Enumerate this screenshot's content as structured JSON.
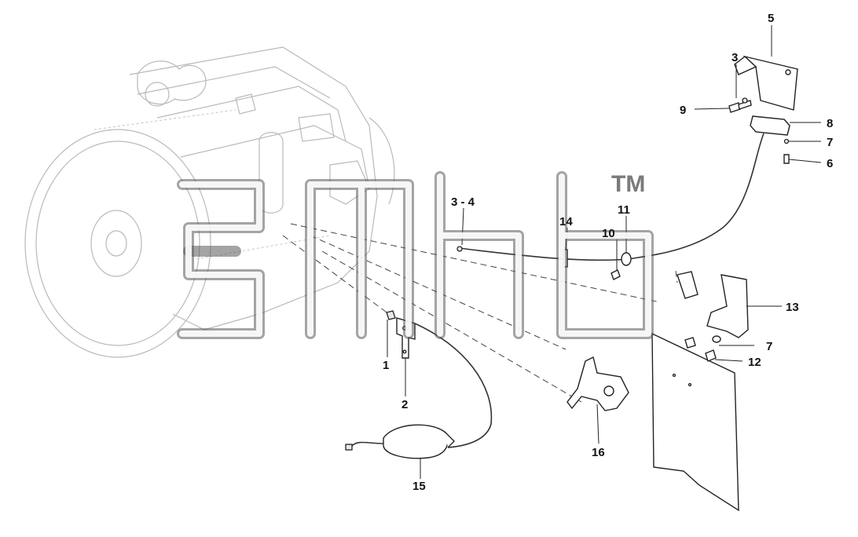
{
  "watermark": {
    "trademark": "TM"
  },
  "callouts": [
    {
      "id": "c5",
      "text": "5"
    },
    {
      "id": "c3a",
      "text": "3"
    },
    {
      "id": "c9",
      "text": "9"
    },
    {
      "id": "c8",
      "text": "8"
    },
    {
      "id": "c7a",
      "text": "7"
    },
    {
      "id": "c6",
      "text": "6"
    },
    {
      "id": "c34",
      "text": "3 - 4"
    },
    {
      "id": "c14",
      "text": "14"
    },
    {
      "id": "c11",
      "text": "11"
    },
    {
      "id": "c10",
      "text": "10"
    },
    {
      "id": "c13",
      "text": "13"
    },
    {
      "id": "c7b",
      "text": "7"
    },
    {
      "id": "c12",
      "text": "12"
    },
    {
      "id": "c1",
      "text": "1"
    },
    {
      "id": "c2",
      "text": "2"
    },
    {
      "id": "c16",
      "text": "16"
    },
    {
      "id": "c15",
      "text": "15"
    }
  ],
  "colors": {
    "line": "#222222",
    "ghost": "#b9b9b9",
    "watermark": "#5a5a5a"
  }
}
